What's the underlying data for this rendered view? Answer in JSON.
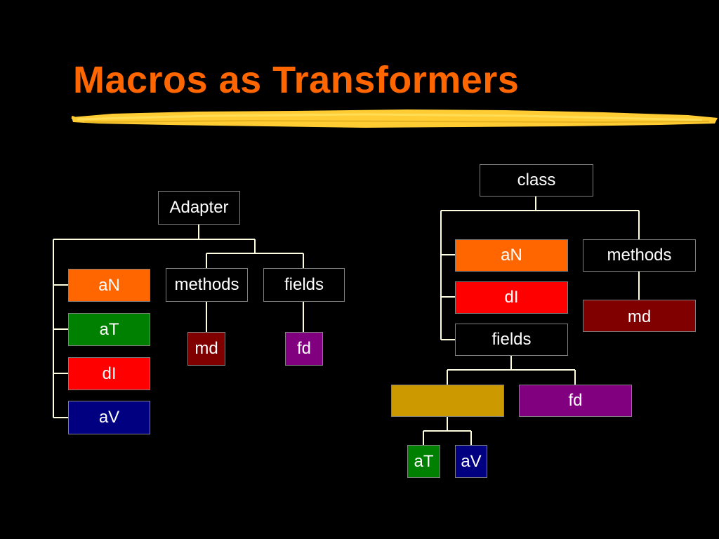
{
  "slide": {
    "title": "Macros as Transformers"
  },
  "colors": {
    "title": "#ff6600",
    "highlight": "#ffcc33",
    "orange": "#ff6600",
    "green": "#008000",
    "red": "#ff0000",
    "navy": "#000080",
    "maroon": "#800000",
    "purple": "#800080",
    "gold": "#cc9900",
    "connector": "#ffffe0"
  },
  "left_tree": {
    "root": "Adapter",
    "children": [
      "aN",
      "aT",
      "dI",
      "aV"
    ],
    "methods": "methods",
    "fields": "fields",
    "methods_child": "md",
    "fields_child": "fd"
  },
  "right_tree": {
    "root": "class",
    "an": "aN",
    "di": "dI",
    "fields": "fields",
    "methods": "methods",
    "methods_child": "md",
    "fields_child": "fd",
    "unnamed_children": [
      "aT",
      "aV"
    ]
  }
}
